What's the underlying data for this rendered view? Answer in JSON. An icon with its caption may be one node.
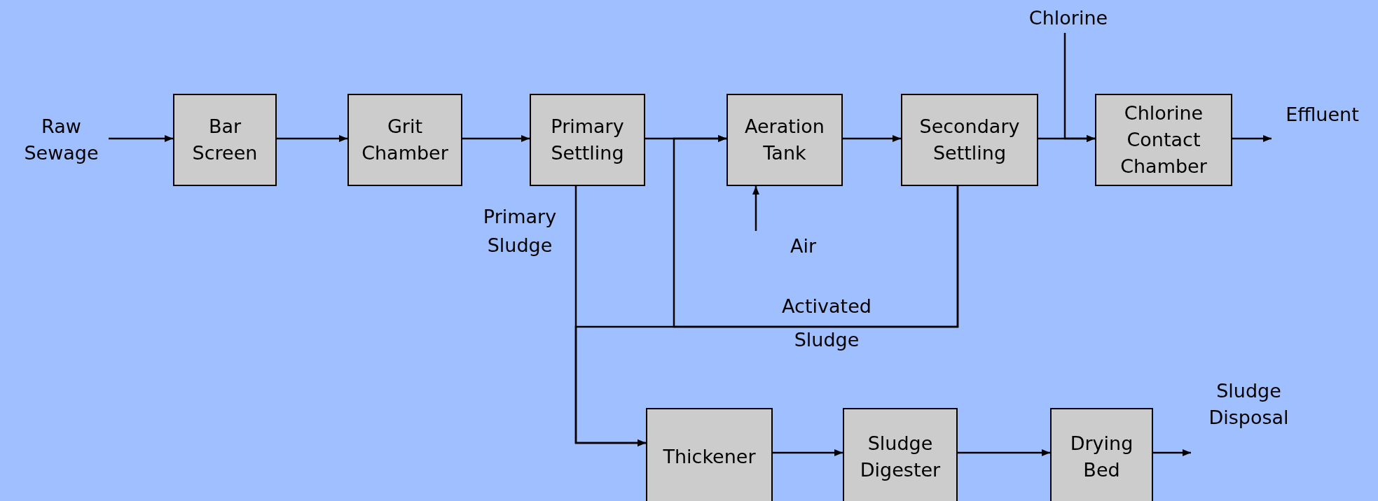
{
  "diagram": {
    "nodes": [
      {
        "text": [
          "Raw Sewage"
        ]
      },
      {
        "text": [
          "Bar Screen"
        ]
      },
      {
        "text": [
          "Grit Chamber"
        ]
      },
      {
        "text": [
          "Primary Settling"
        ]
      },
      {
        "text": [
          "Aeration Tank"
        ]
      },
      {
        "text": [
          "Secondary Settling"
        ]
      },
      {
        "text": [
          "Chlorine Contact Chamber"
        ]
      },
      {
        "text": [
          "Effluent"
        ]
      },
      {
        "text": [
          "Chlorine"
        ]
      },
      {
        "text": [
          "Air"
        ]
      },
      {
        "text": [
          "Thickener"
        ]
      },
      {
        "text": [
          "Sludge Digester"
        ]
      },
      {
        "text": [
          "Drying Bed"
        ]
      },
      {
        "text": [
          "Sludge Disposal"
        ]
      }
    ],
    "edges": [
      {
        "from": 0,
        "to": 1,
        "arrow": "to"
      },
      {
        "from": 1,
        "to": 2,
        "arrow": "to"
      },
      {
        "from": 2,
        "to": 3,
        "arrow": "to"
      },
      {
        "from": 3,
        "to": 4,
        "arrow": "to"
      },
      {
        "from": 4,
        "to": 5,
        "arrow": "to"
      },
      {
        "from": 5,
        "to": 6,
        "arrow": "to"
      },
      {
        "from": 6,
        "to": 7,
        "arrow": "to"
      },
      {
        "from": 8,
        "to": 6,
        "arrow": "to"
      },
      {
        "from": 9,
        "to": 4,
        "arrow": "to"
      },
      {
        "from": 3,
        "to": 10,
        "arrow": "to",
        "label": "Primary Sludge"
      },
      {
        "from": 5,
        "to": 4,
        "arrow": "to",
        "label": "Activated Sludge"
      },
      {
        "from": 5,
        "to": 10,
        "arrow": "to"
      },
      {
        "from": 10,
        "to": 11,
        "arrow": "to"
      },
      {
        "from": 11,
        "to": 12,
        "arrow": "to"
      },
      {
        "from": 12,
        "to": 13,
        "arrow": "to"
      }
    ]
  }
}
